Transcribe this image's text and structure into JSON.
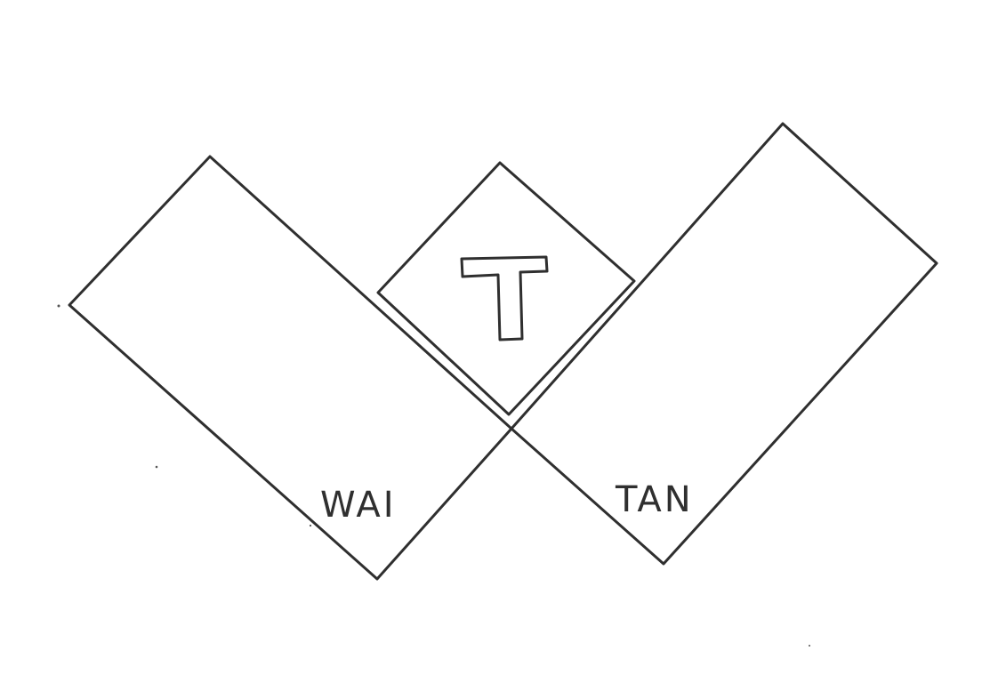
{
  "logo": {
    "center_letter": "T",
    "left_word": "WAI",
    "right_word": "TAN",
    "ink_color": "#2f2f2f",
    "paper_color": "#ffffff"
  }
}
